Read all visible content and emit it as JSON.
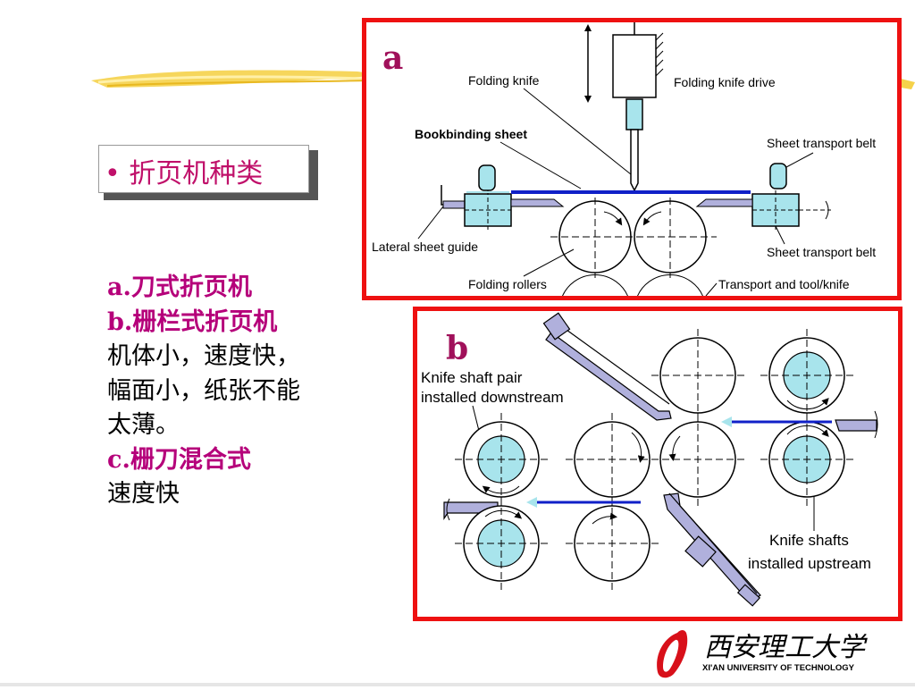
{
  "slide": {
    "title": "折页机种类",
    "bullet": "•",
    "lines": [
      {
        "text": "a.刀式折页机",
        "color": "pink"
      },
      {
        "text": "b.栅栏式折页机",
        "color": "pink"
      },
      {
        "text": "机体小，速度快，",
        "color": "black"
      },
      {
        "text": "幅面小，纸张不能",
        "color": "black"
      },
      {
        "text": "太薄。",
        "color": "black"
      },
      {
        "text": "c.栅刀混合式",
        "color": "pink"
      },
      {
        "text": "速度快",
        "color": "black"
      }
    ]
  },
  "figure_a": {
    "tag": "a",
    "labels": {
      "folding_knife": "Folding knife",
      "folding_knife_drive": "Folding knife drive",
      "bookbinding_sheet": "Bookbinding sheet",
      "sheet_transport_belt_top": "Sheet transport belt",
      "lateral_sheet_guide": "Lateral sheet guide",
      "sheet_transport_belt_bottom": "Sheet transport belt",
      "folding_rollers": "Folding rollers",
      "transport_tool": "Transport and tool/knife"
    }
  },
  "figure_b": {
    "tag": "b",
    "labels": {
      "knife_pair_line1": "Knife shaft pair",
      "knife_pair_line2": "installed downstream",
      "knife_shafts_line1": "Knife shafts",
      "knife_shafts_line2": "installed upstream"
    }
  },
  "logo": {
    "chinese": "西安理工大学",
    "english": "XI'AN UNIVERSITY OF TECHNOLOGY"
  },
  "colors": {
    "frame": "#ee1111",
    "pink_text": "#b5007a",
    "sheet_blue": "#1020c8",
    "shaft_cyan": "#a8e4ec",
    "part_lavender": "#b0b0dc"
  }
}
